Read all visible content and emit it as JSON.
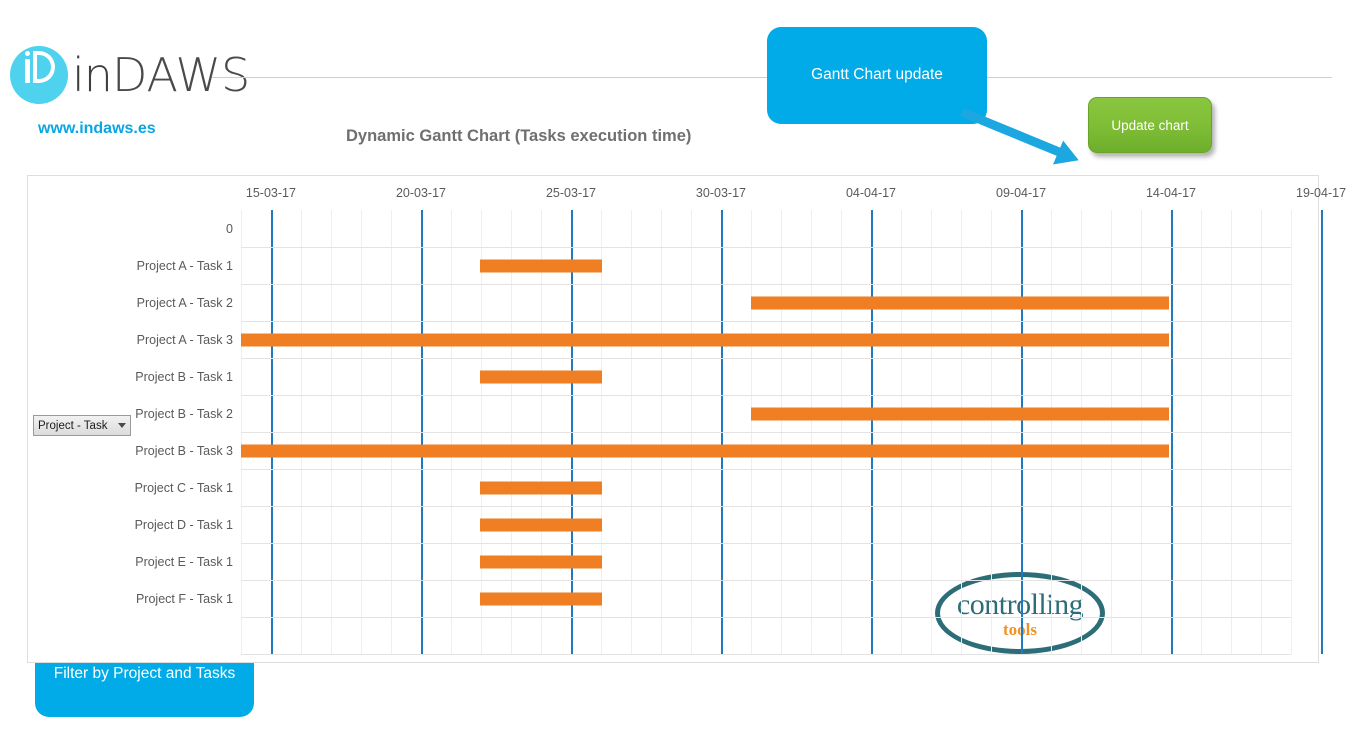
{
  "brand": {
    "logo_mark": "id-circle-logo",
    "wordmark_prefix": "in",
    "wordmark_suffix": "DAWS",
    "url": "www.indaws.es"
  },
  "chart_title": "Dynamic Gantt Chart (Tasks execution time)",
  "callouts": {
    "update": "Gantt Chart update",
    "filter": "Filter by Project and Tasks"
  },
  "buttons": {
    "update_chart": "Update chart"
  },
  "filter": {
    "selected": "Project - Task"
  },
  "watermark": {
    "line1": "controlling",
    "line2": "tools"
  },
  "colors": {
    "accent_cyan": "#00abe8",
    "bar_orange": "#ef7f22",
    "grid_major_blue": "#1f7ac2",
    "button_green": "#7fbe36",
    "brand_cyan": "#4ed2ee",
    "link_blue": "#0aa6e3",
    "watermark_teal": "#2c6d77"
  },
  "chart_data": {
    "type": "bar",
    "title": "Dynamic Gantt Chart (Tasks execution time)",
    "xlabel": "",
    "ylabel": "",
    "orientation": "horizontal",
    "grid": true,
    "legend": "none",
    "x_tick_labels": [
      "15-03-17",
      "20-03-17",
      "25-03-17",
      "30-03-17",
      "04-04-17",
      "09-04-17",
      "14-04-17",
      "19-04-17"
    ],
    "x_tick_positions_pct": [
      2.85,
      17.14,
      31.43,
      45.71,
      60.0,
      74.29,
      88.57,
      102.86
    ],
    "xlim": [
      "14-03-17",
      "19-04-17"
    ],
    "y_tick_labels": [
      "0",
      "Project A - Task 1",
      "Project A - Task 2",
      "Project A - Task 3",
      "Project B - Task 1",
      "Project B - Task 2",
      "Project B - Task 3",
      "Project C - Task 1",
      "Project D - Task 1",
      "Project E - Task 1",
      "Project F - Task 1",
      ""
    ],
    "categories": [
      "Project A - Task 1",
      "Project A - Task 2",
      "Project A - Task 3",
      "Project B - Task 1",
      "Project B - Task 2",
      "Project B - Task 3",
      "Project C - Task 1",
      "Project D - Task 1",
      "Project E - Task 1",
      "Project F - Task 1"
    ],
    "bars": [
      {
        "label": "Project A - Task 1",
        "start": "23-03-17",
        "end": "26-03-17",
        "start_pct": 22.8,
        "end_pct": 34.4
      },
      {
        "label": "Project A - Task 2",
        "start": "01-04-17",
        "end": "14-04-17",
        "start_pct": 48.6,
        "end_pct": 88.4
      },
      {
        "label": "Project A - Task 3",
        "start": "14-03-17",
        "end": "14-04-17",
        "start_pct": 0.0,
        "end_pct": 88.4
      },
      {
        "label": "Project B - Task 1",
        "start": "23-03-17",
        "end": "26-03-17",
        "start_pct": 22.8,
        "end_pct": 34.4
      },
      {
        "label": "Project B - Task 2",
        "start": "01-04-17",
        "end": "14-04-17",
        "start_pct": 48.6,
        "end_pct": 88.4
      },
      {
        "label": "Project B - Task 3",
        "start": "14-03-17",
        "end": "14-04-17",
        "start_pct": 0.0,
        "end_pct": 88.4
      },
      {
        "label": "Project C - Task 1",
        "start": "23-03-17",
        "end": "26-03-17",
        "start_pct": 22.8,
        "end_pct": 34.4
      },
      {
        "label": "Project D - Task 1",
        "start": "23-03-17",
        "end": "26-03-17",
        "start_pct": 22.8,
        "end_pct": 34.4
      },
      {
        "label": "Project E - Task 1",
        "start": "23-03-17",
        "end": "26-03-17",
        "start_pct": 22.8,
        "end_pct": 34.4
      },
      {
        "label": "Project F - Task 1",
        "start": "23-03-17",
        "end": "26-03-17",
        "start_pct": 22.8,
        "end_pct": 34.4
      }
    ]
  }
}
